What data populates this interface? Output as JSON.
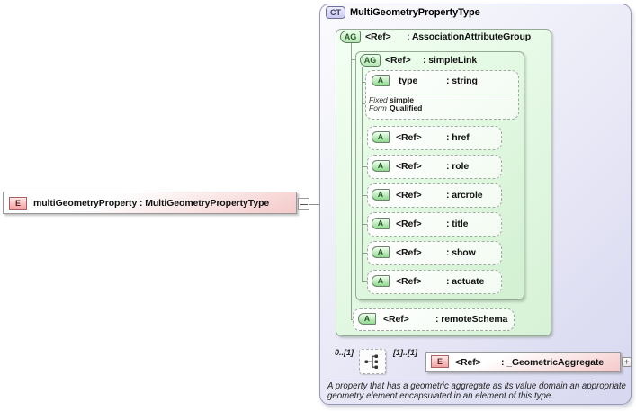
{
  "element_box": {
    "tag": "E",
    "label": "multiGeometryProperty : MultiGeometryPropertyType"
  },
  "ct": {
    "tag": "CT",
    "title": "MultiGeometryPropertyType",
    "aag": {
      "tag": "AG",
      "ref": "<Ref>",
      "name": ": AssociationAttributeGroup"
    },
    "simpleLink": {
      "tag": "AG",
      "ref": "<Ref>",
      "name": ": simpleLink"
    },
    "type_attr": {
      "tag": "A",
      "name": "type",
      "type": ": string",
      "fixed_label": "Fixed",
      "fixed_value": "simple",
      "form_label": "Form",
      "form_value": "Qualified"
    },
    "attrs": [
      {
        "tag": "A",
        "ref": "<Ref>",
        "type": ": href"
      },
      {
        "tag": "A",
        "ref": "<Ref>",
        "type": ": role"
      },
      {
        "tag": "A",
        "ref": "<Ref>",
        "type": ": arcrole"
      },
      {
        "tag": "A",
        "ref": "<Ref>",
        "type": ": title"
      },
      {
        "tag": "A",
        "ref": "<Ref>",
        "type": ": show"
      },
      {
        "tag": "A",
        "ref": "<Ref>",
        "type": ": actuate"
      }
    ],
    "remote_schema": {
      "tag": "A",
      "ref": "<Ref>",
      "type": ": remoteSchema"
    },
    "seq": {
      "card_left": "0..[1]",
      "card_right": "[1]..[1]"
    },
    "child_element": {
      "tag": "E",
      "ref": "<Ref>",
      "type": ": _GeometricAggregate",
      "expand_label": "+"
    },
    "annotation": "A property that has a geometric aggregate as its value domain an appropriate geometry element encapsulated in an element of this type."
  },
  "colors": {
    "type_box_lavender": "#d7d7f0",
    "group_green": "#d6f2d6",
    "element_pink": "#f5c9c9",
    "tag_green": "#8fd88f",
    "tag_red": "#f2a3a3",
    "line_gray": "#8f8f8f"
  }
}
